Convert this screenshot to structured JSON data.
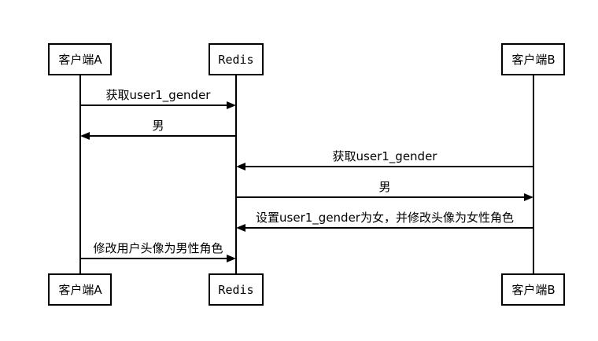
{
  "diagram": {
    "type": "sequence",
    "participants": [
      {
        "id": "clientA",
        "label": "客户端A"
      },
      {
        "id": "redis",
        "label": "Redis"
      },
      {
        "id": "clientB",
        "label": "客户端B"
      }
    ],
    "messages": [
      {
        "from": "clientA",
        "to": "redis",
        "label": "获取user1_gender"
      },
      {
        "from": "redis",
        "to": "clientA",
        "label": "男"
      },
      {
        "from": "clientB",
        "to": "redis",
        "label": "获取user1_gender"
      },
      {
        "from": "redis",
        "to": "clientB",
        "label": "男"
      },
      {
        "from": "clientB",
        "to": "redis",
        "label": "设置user1_gender为女，并修改头像为女性角色"
      },
      {
        "from": "clientA",
        "to": "redis",
        "label": "修改用户头像为男性角色"
      }
    ]
  }
}
